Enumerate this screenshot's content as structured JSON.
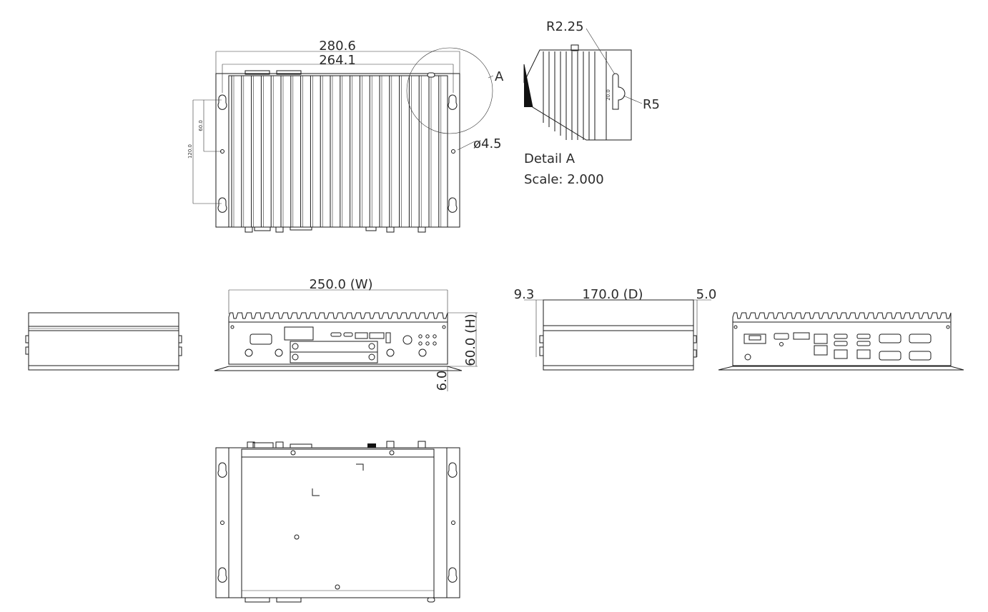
{
  "top_view": {
    "overall_width": "280.6",
    "hole_spacing_width": "264.1",
    "detail_callout": "A",
    "hole_diameter": "ø4.5",
    "small_dim_1": "60.0",
    "small_dim_2": "120.0"
  },
  "detail_a": {
    "radius_small": "R2.25",
    "radius_large": "R5",
    "title": "Detail A",
    "scale": "Scale: 2.000",
    "small_dim": "20.0"
  },
  "front_view": {
    "width": "250.0 (W)",
    "height": "60.0 (H)",
    "foot_height": "6.0"
  },
  "side_view": {
    "left_offset": "9.3",
    "depth": "170.0 (D)",
    "right_offset": "5.0"
  }
}
